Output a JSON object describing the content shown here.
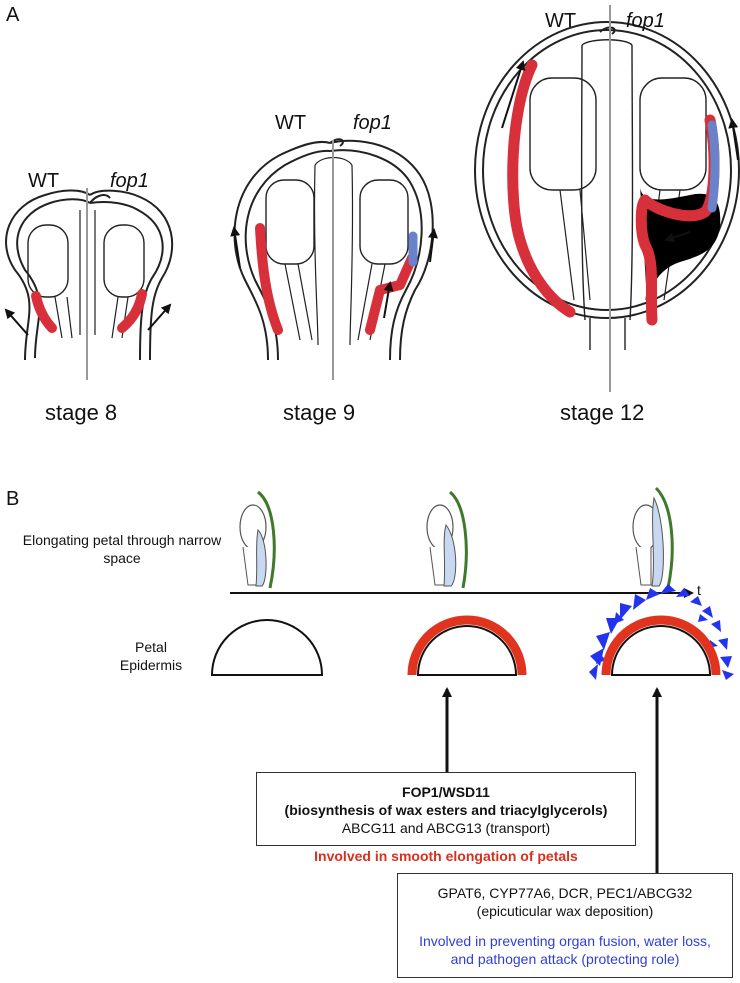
{
  "panel_a": {
    "letter": "A",
    "wt_label": "WT",
    "mutant_label": "fop1",
    "stages": [
      "stage 8",
      "stage 9",
      "stage 12"
    ]
  },
  "panel_b": {
    "letter": "B",
    "row1_label": "Elongating petal through narrow space",
    "row2_label": "Petal Epidermis",
    "time_axis_label": "t",
    "box1": {
      "title_line1": "FOP1/WSD11",
      "title_line2": "(biosynthesis of wax esters and triacylglycerols)",
      "transport": "ABCG11 and ABCG13 (transport)",
      "role": "Involved in smooth elongation of petals"
    },
    "box2": {
      "genes": "GPAT6, CYP77A6, DCR, PEC1/ABCG32",
      "process": "(epicuticular wax deposition)",
      "role": "Involved in preventing organ fusion, water loss, and pathogen attack (protecting role)"
    }
  },
  "colors": {
    "wax_red": "#d8303a",
    "cuticle_red": "#e0341e",
    "blue_patch": "#6a82c8",
    "wax_crystals": "#2433ee",
    "sepal_green": "#3e7a2a",
    "light_blue_petal": "#c8d8f0"
  }
}
